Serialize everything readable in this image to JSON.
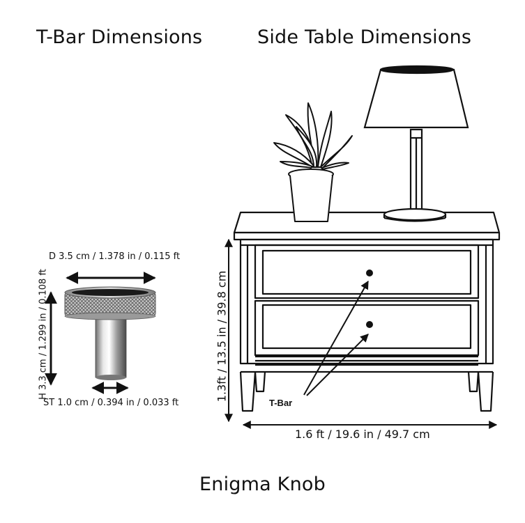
{
  "titles": {
    "left": "T-Bar Dimensions",
    "right": "Side Table Dimensions",
    "footer": "Enigma Knob"
  },
  "knob_dims": {
    "diameter": "D 3.5 cm / 1.378 in / 0.115 ft",
    "height": "H 3.3 cm / 1.299 in / 0.108 ft",
    "stem": "ST 1.0 cm / 0.394 in / 0.033 ft"
  },
  "table_dims": {
    "width": "1.6 ft / 19.6 in / 49.7 cm",
    "height": "1.3ft / 13.5 in / 39.8 cm"
  },
  "callout": "T-Bar",
  "colors": {
    "ink": "#111111",
    "metal": "#b9b9b9"
  }
}
